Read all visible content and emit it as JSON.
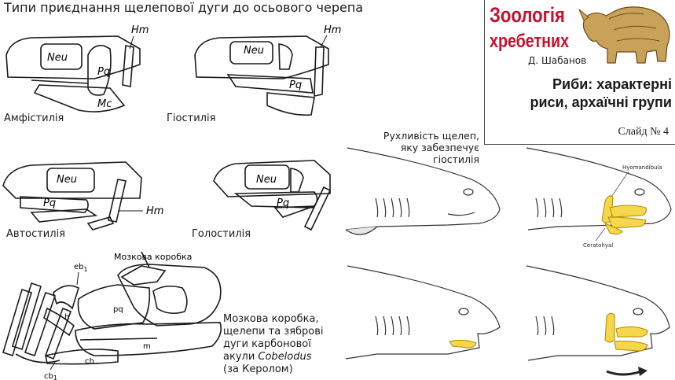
{
  "title": "Типи приєднання щелепової дуги до осьового черепа",
  "types": {
    "amphistyly": "Амфістилія",
    "hyostyly": "Гіостилія",
    "autostyly": "Автостилія",
    "holostyly": "Голостилія"
  },
  "labels": {
    "neu": "Neu",
    "pq": "Pq",
    "hm": "Hm",
    "mc": "Mc",
    "braincase": "Мозкова коробка",
    "eb1": "eb",
    "eb1_sub": "1",
    "h": "h",
    "pq_lower": "pq",
    "m": "m",
    "ch": "ch",
    "cb1": "cb",
    "cb1_sub": "1",
    "hyomandibula": "Hyomandibula",
    "ceratohyal": "Ceratohyal"
  },
  "caption_mobility": [
    "Рухливість щелеп,",
    "яку забезпечує",
    "гіостилія"
  ],
  "caption_cobelodus": {
    "lines": [
      "Мозкова коробка,",
      "щелепи та зяброві",
      "дуги карбонової"
    ],
    "line4_prefix": "акули ",
    "line4_italic": "Cobelodus",
    "line5": "(за Керолом)"
  },
  "branding": {
    "series": "Зоологія",
    "series2": "хребетних",
    "author": "Д. Шабанов",
    "topic_line1": "Риби: характерні",
    "topic_line2": "риси, архаїчні групи",
    "slide": "Слайд № 4"
  },
  "colors": {
    "brand": "#c8102e",
    "cartilage": "#f6d64a"
  },
  "icons": {
    "rhino": "rhinoceros-illustration",
    "arrow": "curved-arrow-icon"
  }
}
